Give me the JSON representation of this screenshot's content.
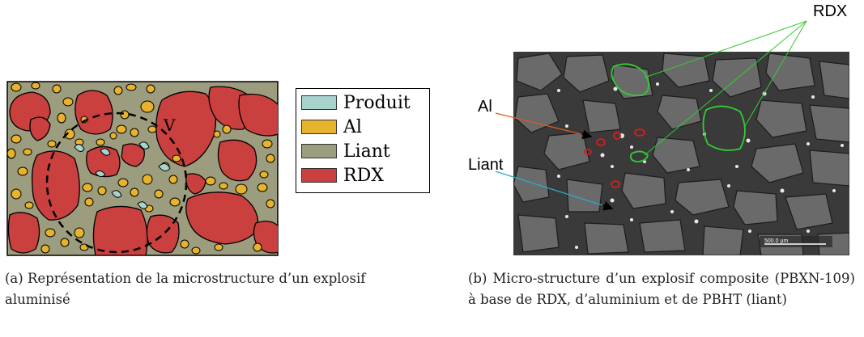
{
  "panel_a": {
    "region_label": "V",
    "legend": [
      {
        "label": "Produit",
        "color": "#a8d3cc"
      },
      {
        "label": "Al",
        "color": "#e7b22c"
      },
      {
        "label": "Liant",
        "color": "#9c9c7e"
      },
      {
        "label": "RDX",
        "color": "#c9403f"
      }
    ],
    "caption": "(a) Représentation de la microstructure d’un explosif aluminisé"
  },
  "panel_b": {
    "labels": {
      "rdx": "RDX",
      "al": "Al",
      "liant": "Liant",
      "scale": "500.0 µm"
    },
    "caption": "(b) Micro-structure d’un explosif composite (PBXN-109) à base de RDX, d’aluminium et de PBHT (liant)"
  },
  "colors": {
    "binder": "#9c9c7e",
    "rdx": "#c9403f",
    "al": "#e7b22c",
    "product": "#a8d3cc",
    "rdx_outline": "#33cc33",
    "al_outline": "#cc1f1f",
    "al_arrow": "#e05a1e",
    "liant_arrow": "#2fa9c9",
    "micro_bg": "#3a3a3a"
  }
}
